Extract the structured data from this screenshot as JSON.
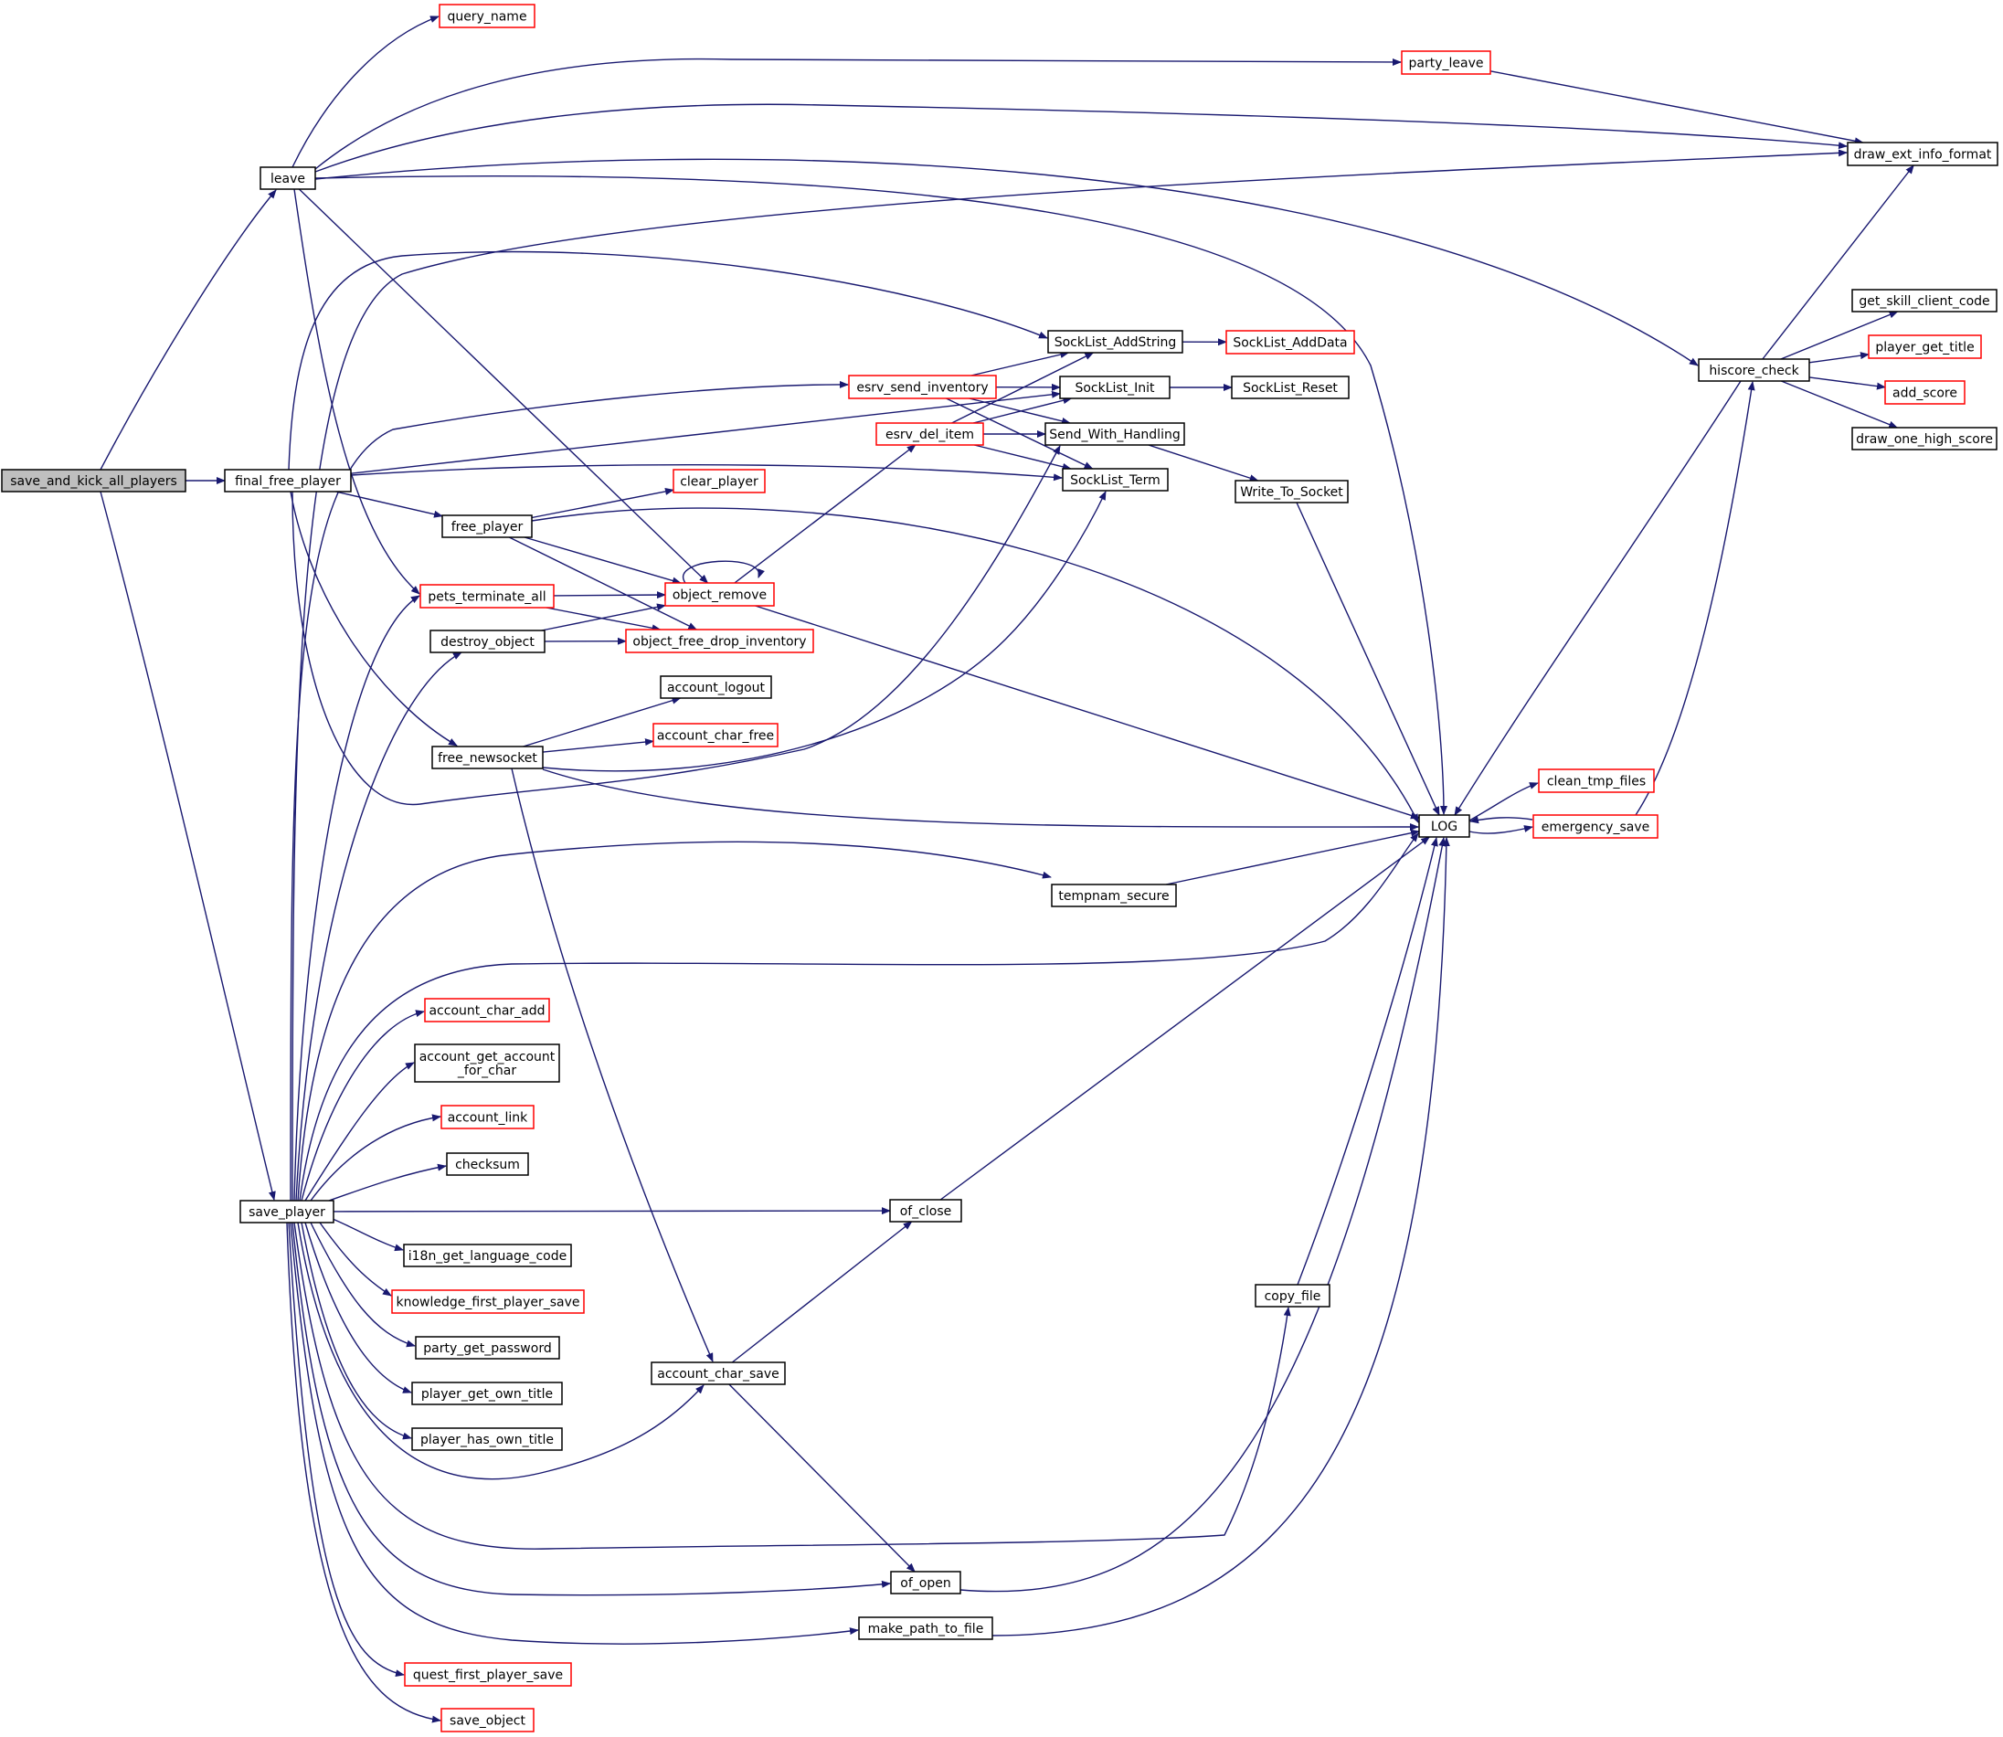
{
  "diagram": {
    "colors": {
      "edge": "#191970",
      "root_fill": "#bfbfbf",
      "border_normal": "#000000",
      "border_truncated": "#ff0000"
    },
    "nodes": [
      {
        "id": "save_and_kick_all_players",
        "lines": [
          "save_and_kick_all_players"
        ],
        "style": "root"
      },
      {
        "id": "final_free_player",
        "lines": [
          "final_free_player"
        ],
        "style": "black"
      },
      {
        "id": "leave",
        "lines": [
          "leave"
        ],
        "style": "black"
      },
      {
        "id": "save_player",
        "lines": [
          "save_player"
        ],
        "style": "black"
      },
      {
        "id": "query_name",
        "lines": [
          "query_name"
        ],
        "style": "red"
      },
      {
        "id": "party_leave",
        "lines": [
          "party_leave"
        ],
        "style": "red"
      },
      {
        "id": "draw_ext_info_format",
        "lines": [
          "draw_ext_info_format"
        ],
        "style": "black"
      },
      {
        "id": "hiscore_check",
        "lines": [
          "hiscore_check"
        ],
        "style": "black"
      },
      {
        "id": "get_skill_client_code",
        "lines": [
          "get_skill_client_code"
        ],
        "style": "black"
      },
      {
        "id": "player_get_title",
        "lines": [
          "player_get_title"
        ],
        "style": "red"
      },
      {
        "id": "add_score",
        "lines": [
          "add_score"
        ],
        "style": "red"
      },
      {
        "id": "draw_one_high_score",
        "lines": [
          "draw_one_high_score"
        ],
        "style": "black"
      },
      {
        "id": "SockList_AddString",
        "lines": [
          "SockList_AddString"
        ],
        "style": "black"
      },
      {
        "id": "SockList_AddData",
        "lines": [
          "SockList_AddData"
        ],
        "style": "red"
      },
      {
        "id": "esrv_send_inventory",
        "lines": [
          "esrv_send_inventory"
        ],
        "style": "red"
      },
      {
        "id": "SockList_Init",
        "lines": [
          "SockList_Init"
        ],
        "style": "black"
      },
      {
        "id": "SockList_Reset",
        "lines": [
          "SockList_Reset"
        ],
        "style": "black"
      },
      {
        "id": "esrv_del_item",
        "lines": [
          "esrv_del_item"
        ],
        "style": "red"
      },
      {
        "id": "Send_With_Handling",
        "lines": [
          "Send_With_Handling"
        ],
        "style": "black"
      },
      {
        "id": "SockList_Term",
        "lines": [
          "SockList_Term"
        ],
        "style": "black"
      },
      {
        "id": "Write_To_Socket",
        "lines": [
          "Write_To_Socket"
        ],
        "style": "black"
      },
      {
        "id": "clear_player",
        "lines": [
          "clear_player"
        ],
        "style": "red"
      },
      {
        "id": "free_player",
        "lines": [
          "free_player"
        ],
        "style": "black"
      },
      {
        "id": "pets_terminate_all",
        "lines": [
          "pets_terminate_all"
        ],
        "style": "red"
      },
      {
        "id": "object_remove",
        "lines": [
          "object_remove"
        ],
        "style": "red"
      },
      {
        "id": "destroy_object",
        "lines": [
          "destroy_object"
        ],
        "style": "black"
      },
      {
        "id": "object_free_drop_inventory",
        "lines": [
          "object_free_drop_inventory"
        ],
        "style": "red"
      },
      {
        "id": "account_logout",
        "lines": [
          "account_logout"
        ],
        "style": "black"
      },
      {
        "id": "account_char_free",
        "lines": [
          "account_char_free"
        ],
        "style": "red"
      },
      {
        "id": "free_newsocket",
        "lines": [
          "free_newsocket"
        ],
        "style": "black"
      },
      {
        "id": "clean_tmp_files",
        "lines": [
          "clean_tmp_files"
        ],
        "style": "red"
      },
      {
        "id": "LOG",
        "lines": [
          "LOG"
        ],
        "style": "black"
      },
      {
        "id": "emergency_save",
        "lines": [
          "emergency_save"
        ],
        "style": "red"
      },
      {
        "id": "tempnam_secure",
        "lines": [
          "tempnam_secure"
        ],
        "style": "black"
      },
      {
        "id": "account_char_add",
        "lines": [
          "account_char_add"
        ],
        "style": "red"
      },
      {
        "id": "account_get_account_for_char",
        "lines": [
          "account_get_account",
          "_for_char"
        ],
        "style": "black"
      },
      {
        "id": "account_link",
        "lines": [
          "account_link"
        ],
        "style": "red"
      },
      {
        "id": "checksum",
        "lines": [
          "checksum"
        ],
        "style": "black"
      },
      {
        "id": "of_close",
        "lines": [
          "of_close"
        ],
        "style": "black"
      },
      {
        "id": "i18n_get_language_code",
        "lines": [
          "i18n_get_language_code"
        ],
        "style": "black"
      },
      {
        "id": "knowledge_first_player_save",
        "lines": [
          "knowledge_first_player_save"
        ],
        "style": "red"
      },
      {
        "id": "copy_file",
        "lines": [
          "copy_file"
        ],
        "style": "black"
      },
      {
        "id": "party_get_password",
        "lines": [
          "party_get_password"
        ],
        "style": "black"
      },
      {
        "id": "account_char_save",
        "lines": [
          "account_char_save"
        ],
        "style": "black"
      },
      {
        "id": "player_get_own_title",
        "lines": [
          "player_get_own_title"
        ],
        "style": "black"
      },
      {
        "id": "player_has_own_title",
        "lines": [
          "player_has_own_title"
        ],
        "style": "black"
      },
      {
        "id": "of_open",
        "lines": [
          "of_open"
        ],
        "style": "black"
      },
      {
        "id": "make_path_to_file",
        "lines": [
          "make_path_to_file"
        ],
        "style": "black"
      },
      {
        "id": "quest_first_player_save",
        "lines": [
          "quest_first_player_save"
        ],
        "style": "red"
      },
      {
        "id": "save_object",
        "lines": [
          "save_object"
        ],
        "style": "red"
      }
    ],
    "edges": [
      [
        "save_and_kick_all_players",
        "final_free_player"
      ],
      [
        "save_and_kick_all_players",
        "leave"
      ],
      [
        "save_and_kick_all_players",
        "save_player"
      ],
      [
        "leave",
        "query_name"
      ],
      [
        "leave",
        "party_leave"
      ],
      [
        "leave",
        "draw_ext_info_format"
      ],
      [
        "leave",
        "hiscore_check"
      ],
      [
        "leave",
        "LOG"
      ],
      [
        "leave",
        "pets_terminate_all"
      ],
      [
        "leave",
        "object_remove"
      ],
      [
        "party_leave",
        "draw_ext_info_format"
      ],
      [
        "hiscore_check",
        "draw_ext_info_format"
      ],
      [
        "hiscore_check",
        "get_skill_client_code"
      ],
      [
        "hiscore_check",
        "player_get_title"
      ],
      [
        "hiscore_check",
        "add_score"
      ],
      [
        "hiscore_check",
        "draw_one_high_score"
      ],
      [
        "hiscore_check",
        "LOG"
      ],
      [
        "final_free_player",
        "SockList_AddString"
      ],
      [
        "final_free_player",
        "SockList_Init"
      ],
      [
        "final_free_player",
        "SockList_Term"
      ],
      [
        "final_free_player",
        "Send_With_Handling"
      ],
      [
        "final_free_player",
        "free_player"
      ],
      [
        "final_free_player",
        "free_newsocket"
      ],
      [
        "SockList_AddString",
        "SockList_AddData"
      ],
      [
        "SockList_Init",
        "SockList_Reset"
      ],
      [
        "esrv_send_inventory",
        "SockList_AddString"
      ],
      [
        "esrv_send_inventory",
        "SockList_Init"
      ],
      [
        "esrv_send_inventory",
        "Send_With_Handling"
      ],
      [
        "esrv_send_inventory",
        "SockList_Term"
      ],
      [
        "esrv_del_item",
        "SockList_AddString"
      ],
      [
        "esrv_del_item",
        "SockList_Init"
      ],
      [
        "esrv_del_item",
        "Send_With_Handling"
      ],
      [
        "esrv_del_item",
        "SockList_Term"
      ],
      [
        "Send_With_Handling",
        "Write_To_Socket"
      ],
      [
        "Write_To_Socket",
        "LOG"
      ],
      [
        "free_player",
        "clear_player"
      ],
      [
        "free_player",
        "object_remove"
      ],
      [
        "free_player",
        "object_free_drop_inventory"
      ],
      [
        "free_player",
        "LOG"
      ],
      [
        "object_remove",
        "object_remove"
      ],
      [
        "object_remove",
        "esrv_del_item"
      ],
      [
        "object_remove",
        "LOG"
      ],
      [
        "pets_terminate_all",
        "object_remove"
      ],
      [
        "pets_terminate_all",
        "object_free_drop_inventory"
      ],
      [
        "destroy_object",
        "object_remove"
      ],
      [
        "destroy_object",
        "object_free_drop_inventory"
      ],
      [
        "free_newsocket",
        "account_logout"
      ],
      [
        "free_newsocket",
        "account_char_free"
      ],
      [
        "free_newsocket",
        "SockList_Term"
      ],
      [
        "free_newsocket",
        "LOG"
      ],
      [
        "free_newsocket",
        "account_char_save"
      ],
      [
        "LOG",
        "clean_tmp_files"
      ],
      [
        "LOG",
        "emergency_save"
      ],
      [
        "emergency_save",
        "LOG"
      ],
      [
        "emergency_save",
        "hiscore_check"
      ],
      [
        "tempnam_secure",
        "LOG"
      ],
      [
        "of_close",
        "LOG"
      ],
      [
        "copy_file",
        "LOG"
      ],
      [
        "of_open",
        "LOG"
      ],
      [
        "make_path_to_file",
        "LOG"
      ],
      [
        "account_char_save",
        "of_close"
      ],
      [
        "account_char_save",
        "of_open"
      ],
      [
        "save_player",
        "draw_ext_info_format"
      ],
      [
        "save_player",
        "esrv_send_inventory"
      ],
      [
        "save_player",
        "pets_terminate_all"
      ],
      [
        "save_player",
        "destroy_object"
      ],
      [
        "save_player",
        "tempnam_secure"
      ],
      [
        "save_player",
        "LOG"
      ],
      [
        "save_player",
        "account_char_add"
      ],
      [
        "save_player",
        "account_get_account_for_char"
      ],
      [
        "save_player",
        "account_link"
      ],
      [
        "save_player",
        "checksum"
      ],
      [
        "save_player",
        "of_close"
      ],
      [
        "save_player",
        "i18n_get_language_code"
      ],
      [
        "save_player",
        "knowledge_first_player_save"
      ],
      [
        "save_player",
        "party_get_password"
      ],
      [
        "save_player",
        "player_get_own_title"
      ],
      [
        "save_player",
        "player_has_own_title"
      ],
      [
        "save_player",
        "account_char_save"
      ],
      [
        "save_player",
        "copy_file"
      ],
      [
        "save_player",
        "of_open"
      ],
      [
        "save_player",
        "make_path_to_file"
      ],
      [
        "save_player",
        "quest_first_player_save"
      ],
      [
        "save_player",
        "save_object"
      ]
    ]
  }
}
